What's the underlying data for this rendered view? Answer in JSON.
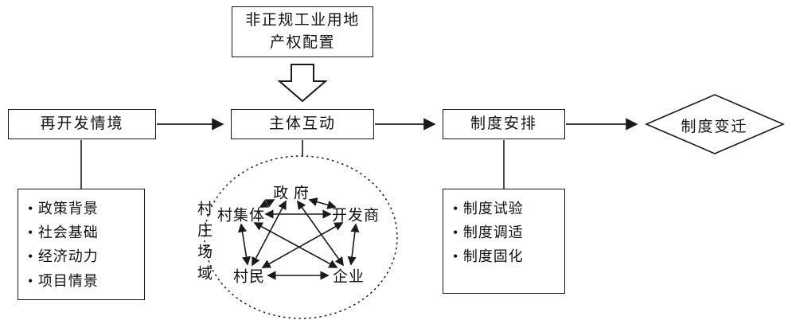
{
  "title_box": {
    "line1": "非正规工业用地",
    "line2": "产权配置"
  },
  "flow": {
    "stage1": "再开发情境",
    "stage2": "主体互动",
    "stage3": "制度安排",
    "stage4": "制度变迁"
  },
  "context_box": {
    "items": [
      "政策背景",
      "社会基础",
      "经济动力",
      "项目情景"
    ]
  },
  "institution_box": {
    "items": [
      "制度试验",
      "制度调适",
      "制度固化"
    ]
  },
  "network": {
    "field_label": "村庄场域",
    "nodes": {
      "government": "政 府",
      "village_collective": "村集体",
      "developer": "开发商",
      "villagers": "村民",
      "enterprise": "企业"
    }
  },
  "colors": {
    "line": "#1a1a1a",
    "background": "#ffffff"
  }
}
